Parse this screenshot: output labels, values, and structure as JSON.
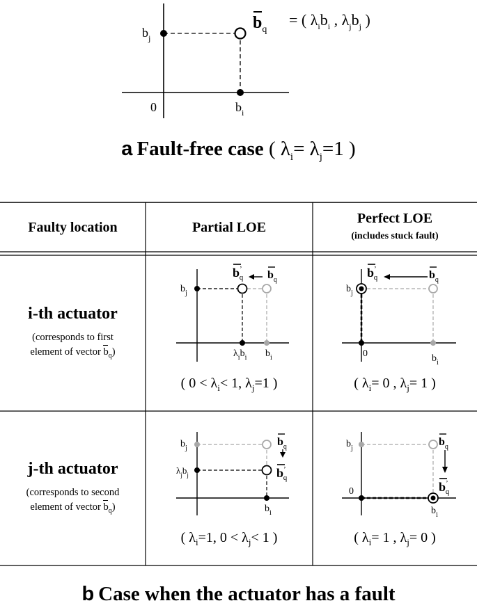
{
  "panel_a": {
    "label_bj": "b",
    "label_bj_sub": "j",
    "label_bi": "b",
    "label_bi_sub": "i",
    "label_origin": "0",
    "vec_label": "b",
    "vec_label_sub": "q",
    "formula": "= ( λ",
    "caption_letter": "a",
    "caption_text": "Fault-free case",
    "caption_cond": "( λ",
    "caption_cond_mid": "= λ",
    "caption_cond_end": "=1 )"
  },
  "table": {
    "col1_header": "Faulty location",
    "col2_header": "Partial LOE",
    "col3_header": "Perfect LOE",
    "col3_subheader": "(includes stuck fault)",
    "row1": {
      "title": "i-th actuator",
      "sub1": "(corresponds to first",
      "sub2": "element of vector",
      "partial_cond": "( 0 < λ",
      "partial_cond_mid": "< 1,  λ",
      "partial_cond_end": "=1 )",
      "perfect_cond": "( λ",
      "perfect_cond_mid": "= 0 ,  λ",
      "perfect_cond_end": "= 1 )"
    },
    "row2": {
      "title": "j-th actuator",
      "sub1": "(corresponds to second",
      "sub2": "element of vector",
      "partial_cond": "( λ",
      "partial_cond_mid": "=1,  0 < λ",
      "partial_cond_end": "< 1 )",
      "perfect_cond": "( λ",
      "perfect_cond_mid": "= 1 ,  λ",
      "perfect_cond_end": "= 0 )"
    }
  },
  "caption_b_letter": "b",
  "caption_b_text": "Case when the actuator has a fault",
  "colors": {
    "ink": "#000000",
    "gray": "#a8a8a8"
  }
}
